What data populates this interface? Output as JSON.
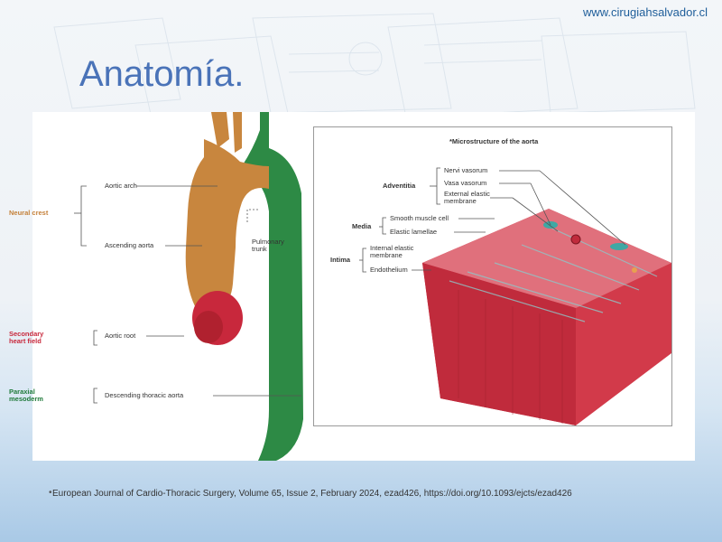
{
  "header": {
    "site_url": "www.cirugiahsalvador.cl"
  },
  "slide": {
    "title": "Anatomía."
  },
  "figure": {
    "origins": {
      "neural_crest": "Neural crest",
      "secondary_heart_field_line1": "Secondary",
      "secondary_heart_field_line2": "heart field",
      "paraxial_mesoderm_line1": "Paraxial",
      "paraxial_mesoderm_line2": "mesoderm"
    },
    "structures": {
      "aortic_arch": "Aortic arch",
      "ascending_aorta": "Ascending aorta",
      "aortic_root": "Aortic root",
      "descending_thoracic_aorta": "Descending thoracic aorta",
      "pulmonary_trunk_line1": "Pulmonary",
      "pulmonary_trunk_line2": "trunk"
    },
    "micro": {
      "title": "*Microstructure of the aorta",
      "adventitia": "Adventitia",
      "nervi_vasorum": "Nervi vasorum",
      "vasa_vasorum": "Vasa vasorum",
      "external_elastic_line1": "External elastic",
      "external_elastic_line2": "membrane",
      "media": "Media",
      "smooth_muscle_cell": "Smooth muscle cell",
      "elastic_lamellae": "Elastic lamellae",
      "intima": "Intima",
      "internal_elastic_line1": "Internal elastic",
      "internal_elastic_line2": "membrane",
      "endothelium": "Endothelium"
    },
    "colors": {
      "neural_crest": "#c4803a",
      "secondary_heart_field": "#c8283c",
      "paraxial_mesoderm": "#1f7a3a",
      "aorta_orange": "#c8863e",
      "aorta_green": "#2d8a45",
      "root_red": "#c8283c",
      "tissue_red": "#d23a4a"
    }
  },
  "footer": {
    "bullet": "•",
    "citation": "European Journal of Cardio-Thoracic Surgery, Volume 65, Issue 2, February 2024, ezad426, https://doi.org/10.1093/ejcts/ezad426"
  }
}
